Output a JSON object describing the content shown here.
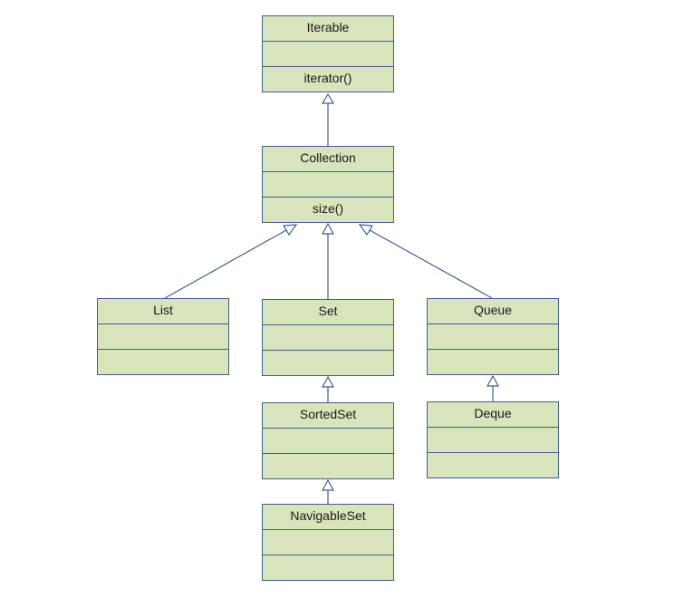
{
  "classes": {
    "iterable": {
      "name": "Iterable",
      "attributes": "",
      "methods": "iterator()"
    },
    "collection": {
      "name": "Collection",
      "attributes": "",
      "methods": "size()"
    },
    "list": {
      "name": "List",
      "attributes": "",
      "methods": ""
    },
    "set": {
      "name": "Set",
      "attributes": "",
      "methods": ""
    },
    "queue": {
      "name": "Queue",
      "attributes": "",
      "methods": ""
    },
    "sortedset": {
      "name": "SortedSet",
      "attributes": "",
      "methods": ""
    },
    "deque": {
      "name": "Deque",
      "attributes": "",
      "methods": ""
    },
    "navigableset": {
      "name": "NavigableSet",
      "attributes": "",
      "methods": ""
    }
  },
  "relations": [
    {
      "type": "generalization",
      "from": "collection",
      "to": "iterable"
    },
    {
      "type": "generalization",
      "from": "list",
      "to": "collection"
    },
    {
      "type": "generalization",
      "from": "set",
      "to": "collection"
    },
    {
      "type": "generalization",
      "from": "queue",
      "to": "collection"
    },
    {
      "type": "generalization",
      "from": "sortedset",
      "to": "set"
    },
    {
      "type": "generalization",
      "from": "deque",
      "to": "queue"
    },
    {
      "type": "generalization",
      "from": "navigableset",
      "to": "sortedset"
    }
  ],
  "colors": {
    "box_fill": "#d8e4bc",
    "box_border": "#3f5f8f",
    "connector": "#3f5f8f"
  }
}
